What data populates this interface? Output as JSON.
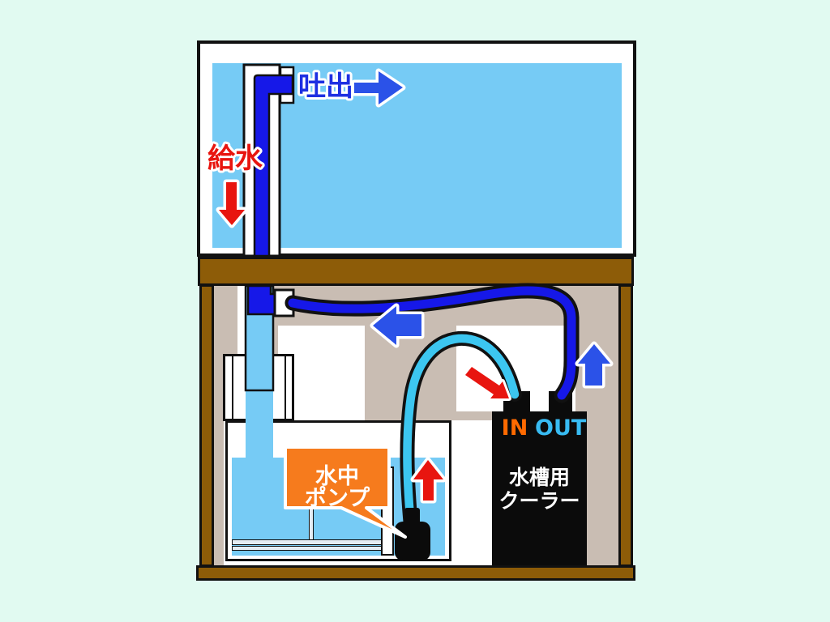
{
  "diagram": {
    "tank": {
      "discharge_label": "吐出",
      "supply_label": "給水"
    },
    "pump_callout": {
      "line1": "水中",
      "line2": "ポンプ"
    },
    "cooler": {
      "port_in_label": "IN",
      "port_out_label": "OUT",
      "name_line1": "水槽用",
      "name_line2": "クーラー"
    },
    "colors": {
      "background": "#e1faf1",
      "water": "#76cbf5",
      "pipe_blue": "#1618e8",
      "tube_cyan": "#3cc6f0",
      "arrow_blue": "#2b52e8",
      "arrow_red": "#e8150f",
      "text_blue": "#1d2fe2",
      "wood_brown": "#8d5c08",
      "interior_gray": "#c9bdb3",
      "cooler_black": "#0b0b0b",
      "callout_orange": "#f67b1d",
      "in_text": "#ff6a00",
      "out_text": "#38bbf2"
    }
  }
}
